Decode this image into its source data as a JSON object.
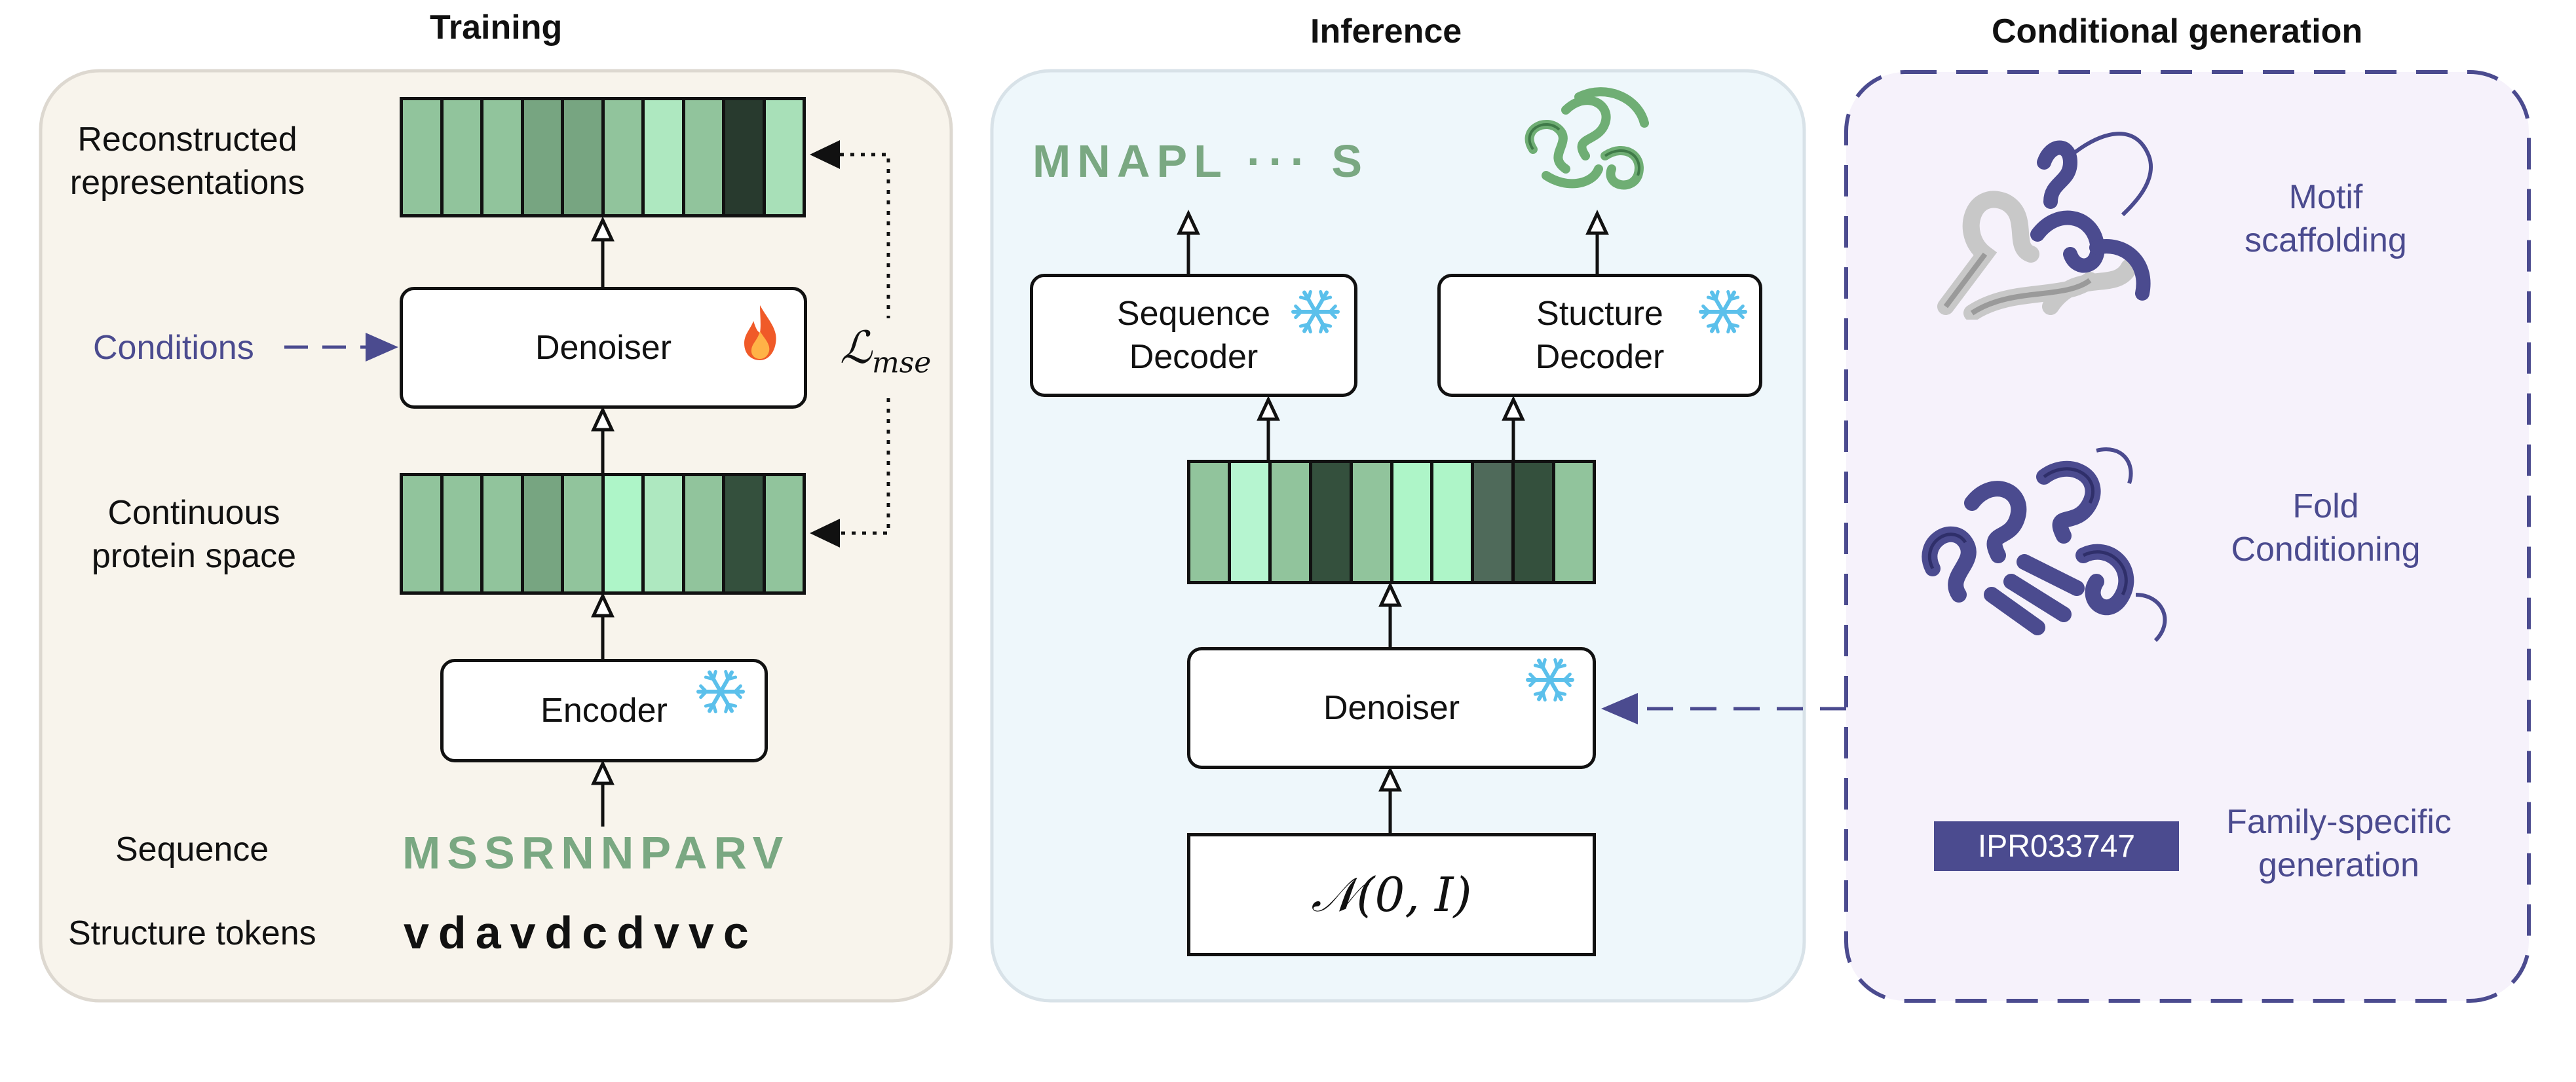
{
  "colors": {
    "training_bg": "#f8f4ec",
    "inference_bg": "#eef7fb",
    "conditional_bg": "#f6f2fb",
    "accent_purple": "#4b4b8f",
    "seq_green": "#7aa882",
    "snowflake": "#5bc0eb",
    "flame": "#f05a28"
  },
  "training": {
    "heading": "Training",
    "reconstructed_label": "Reconstructed\nrepresentations",
    "conditions_label": "Conditions",
    "denoiser_label": "Denoiser",
    "loss_label": "ℒ",
    "loss_sub": "mse",
    "continuous_label": "Continuous\nprotein space",
    "encoder_label": "Encoder",
    "sequence_label": "Sequence",
    "sequence_value": "MSSRNNPARV",
    "structure_label": "Structure tokens",
    "structure_value": "vdavdcdvvc",
    "reconstructed_cells": [
      "#91c49c",
      "#91c49c",
      "#91c49c",
      "#77a581",
      "#77a581",
      "#91c49c",
      "#aee8c0",
      "#91c49c",
      "#283a2e",
      "#a8e0b8"
    ],
    "continuous_cells": [
      "#91c49c",
      "#91c49c",
      "#91c49c",
      "#77a581",
      "#91c49c",
      "#aef5c8",
      "#aee8c0",
      "#91c49c",
      "#34503d",
      "#91c49c"
    ]
  },
  "inference": {
    "heading": "Inference",
    "output_sequence": "MNAPL ··· S",
    "seq_decoder_label": "Sequence\nDecoder",
    "struct_decoder_label": "Stucture\nDecoder",
    "denoiser_label": "Denoiser",
    "noise_label": "𝒩(0, I)",
    "latent_cells": [
      "#91c49c",
      "#b6f5d0",
      "#91c49c",
      "#34503d",
      "#91c49c",
      "#aef5c8",
      "#aef5c8",
      "#4f6a5a",
      "#34503d",
      "#91c49c"
    ]
  },
  "conditional": {
    "heading": "Conditional generation",
    "motif_label": "Motif\nscaffolding",
    "fold_label": "Fold\nConditioning",
    "family_label": "Family-specific\ngeneration",
    "family_tag": "IPR033747"
  },
  "icons": [
    "snowflake-icon",
    "flame-icon",
    "protein-structure-icon"
  ]
}
